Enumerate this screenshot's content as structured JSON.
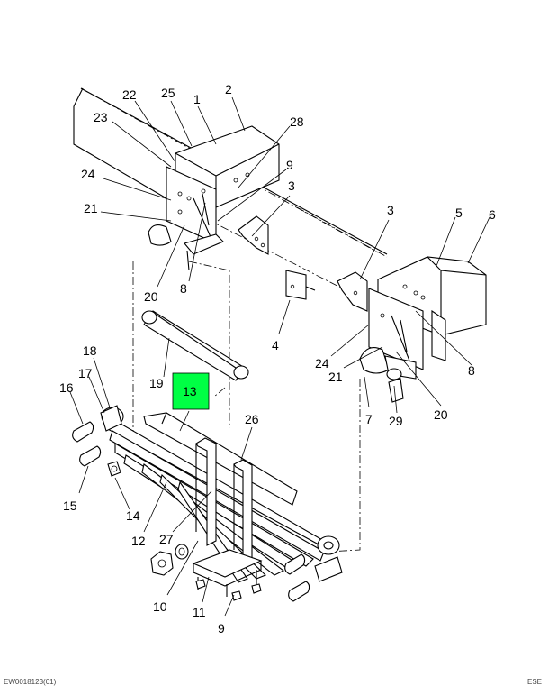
{
  "highlight_color": "#00ff44",
  "callouts": {
    "c1": "1",
    "c2": "2",
    "c3a": "3",
    "c3b": "3",
    "c4": "4",
    "c5": "5",
    "c6": "6",
    "c7": "7",
    "c8a": "8",
    "c8b": "8",
    "c9a": "9",
    "c9b": "9",
    "c10": "10",
    "c11": "11",
    "c12": "12",
    "c13": "13",
    "c14": "14",
    "c15": "15",
    "c16": "16",
    "c17": "17",
    "c18": "18",
    "c19": "19",
    "c20a": "20",
    "c20b": "20",
    "c21a": "21",
    "c21b": "21",
    "c22": "22",
    "c23": "23",
    "c24a": "24",
    "c24b": "24",
    "c25": "25",
    "c26": "26",
    "c27": "27",
    "c28": "28",
    "c29": "29"
  },
  "footer": {
    "left": "EW0018123(01)",
    "right": "ESE"
  }
}
